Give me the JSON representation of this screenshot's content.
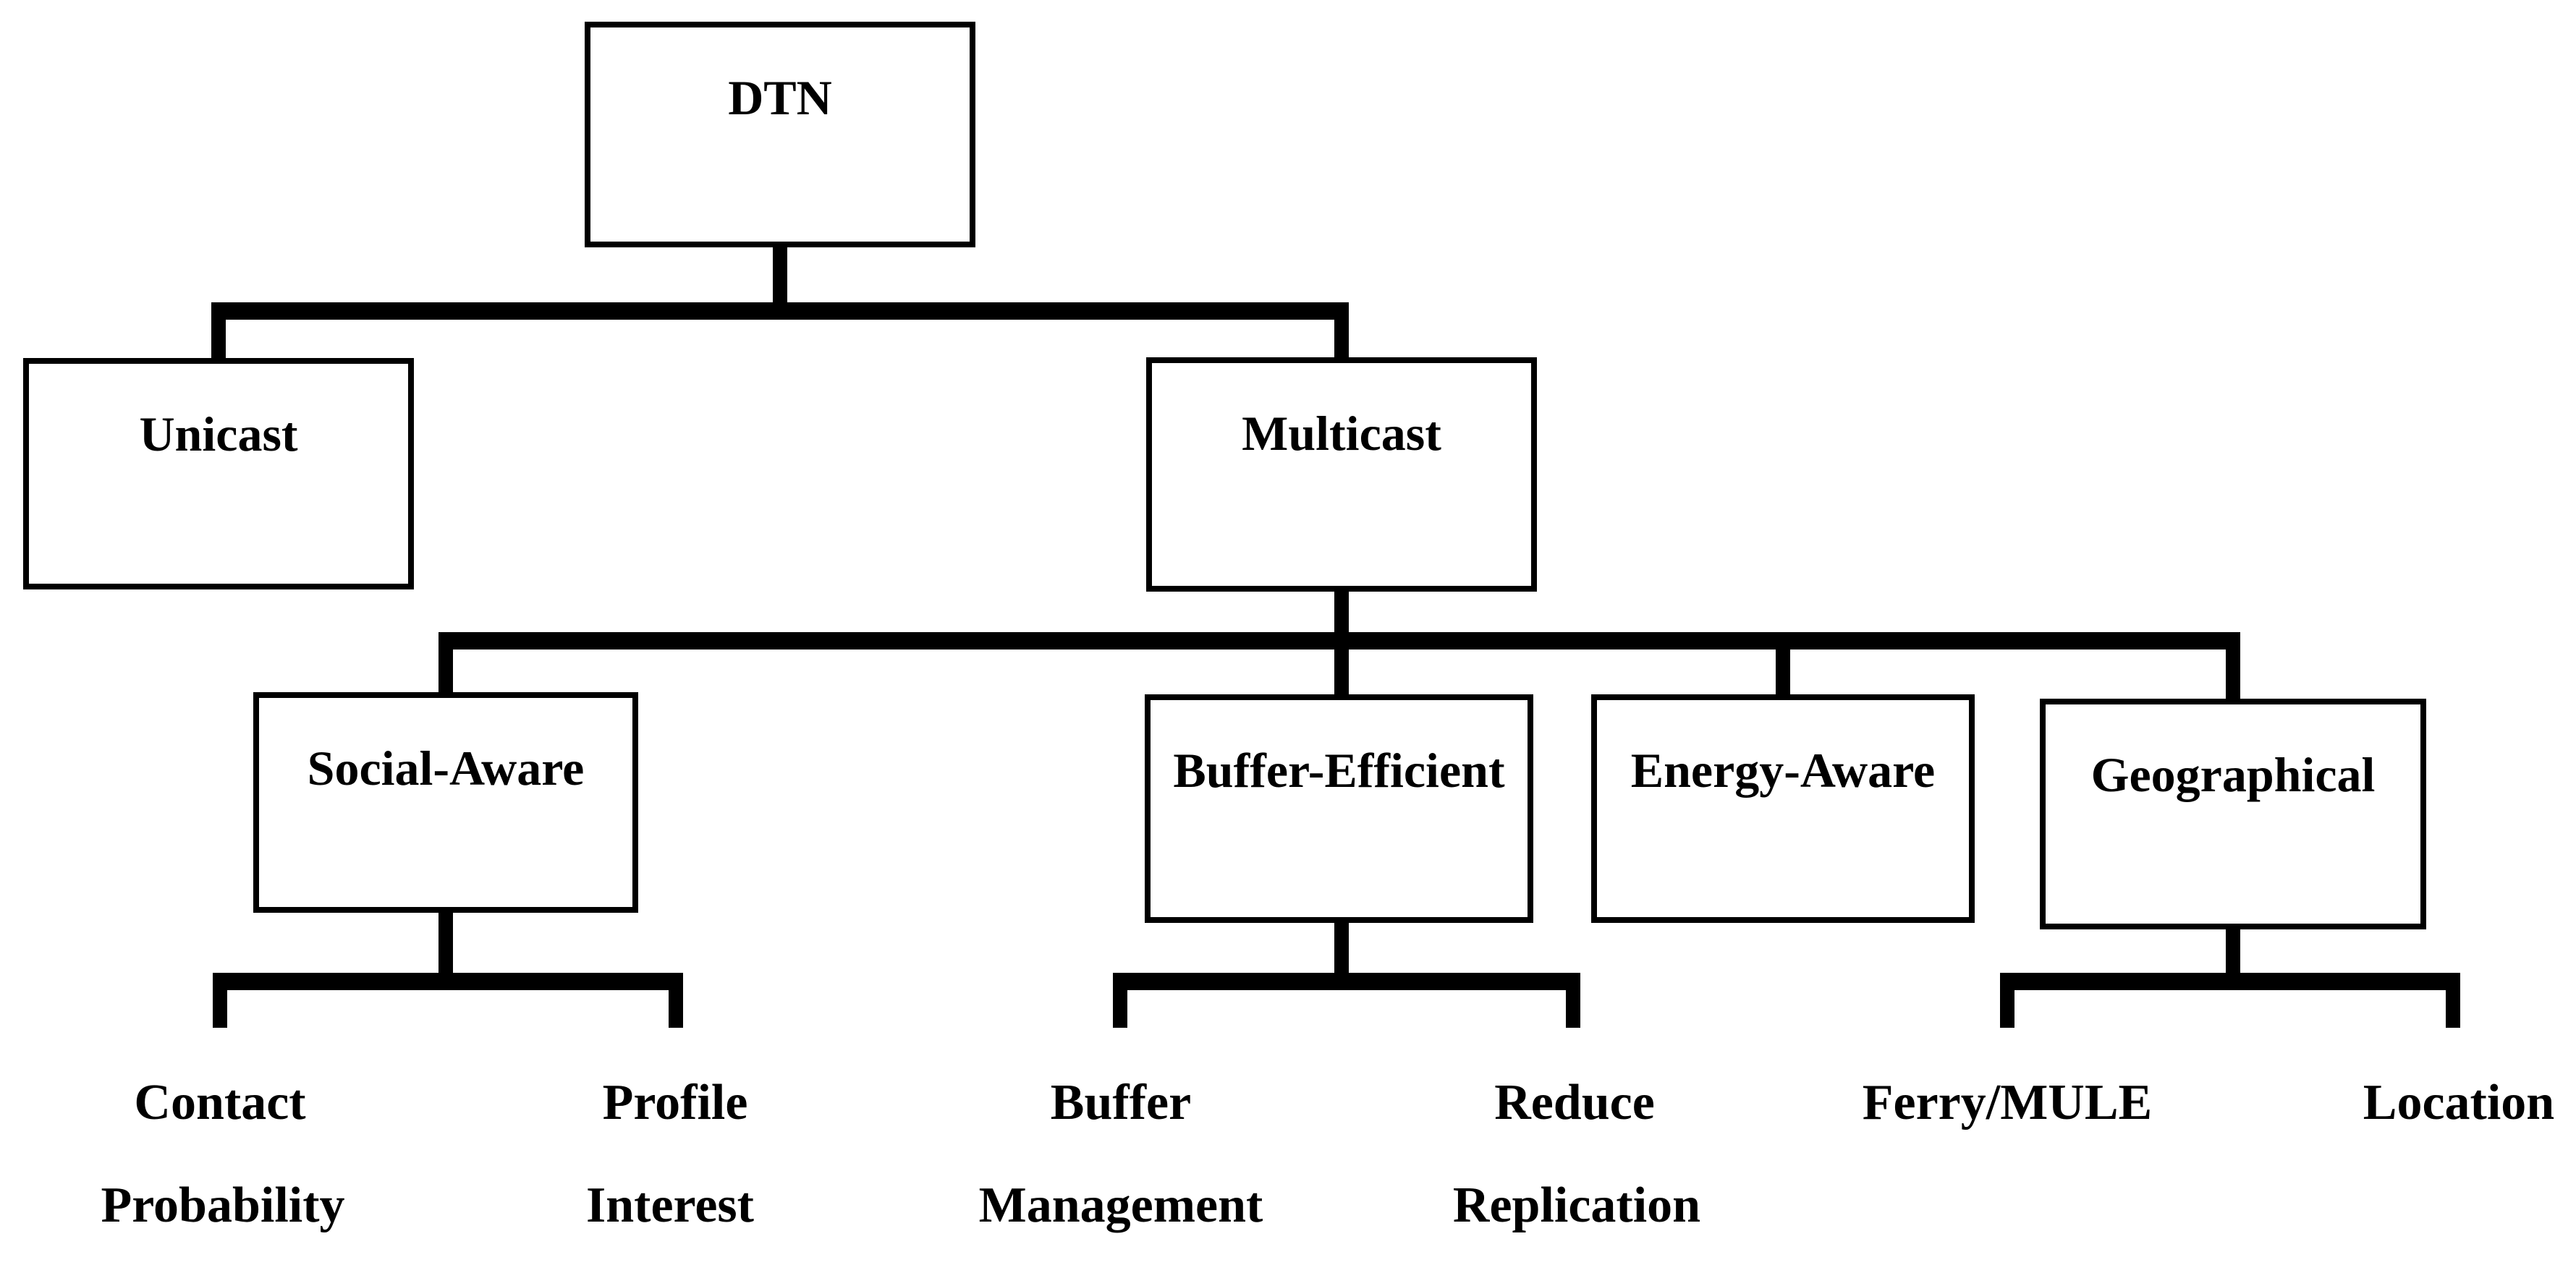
{
  "colors": {
    "line": "#000000",
    "background": "#ffffff",
    "box_fill": "#ffffff",
    "text": "#000000"
  },
  "nodes": {
    "dtn": {
      "label": "DTN"
    },
    "unicast": {
      "label": "Unicast"
    },
    "multicast": {
      "label": "Multicast"
    },
    "social": {
      "label": "Social-Aware"
    },
    "buffer": {
      "label": "Buffer-Efficient"
    },
    "energy": {
      "label": "Energy-Aware"
    },
    "geo": {
      "label": "Geographical"
    }
  },
  "leaves": {
    "contact_probability": {
      "line1": "Contact",
      "line2": "Probability"
    },
    "profile_interest": {
      "line1": "Profile",
      "line2": "Interest"
    },
    "buffer_management": {
      "line1": "Buffer",
      "line2": "Management"
    },
    "reduce_replication": {
      "line1": "Reduce",
      "line2": "Replication"
    },
    "ferry_mule": {
      "line1": "Ferry/MULE"
    },
    "location": {
      "line1": "Location"
    }
  },
  "hierarchy": {
    "DTN": [
      "Unicast",
      "Multicast"
    ],
    "Multicast": [
      "Social-Aware",
      "Buffer-Efficient",
      "Energy-Aware",
      "Geographical"
    ],
    "Social-Aware": [
      "Contact Probability",
      "Profile Interest"
    ],
    "Buffer-Efficient": [
      "Buffer Management",
      "Reduce Replication"
    ],
    "Energy-Aware": [],
    "Geographical": [
      "Ferry/MULE",
      "Location"
    ]
  }
}
